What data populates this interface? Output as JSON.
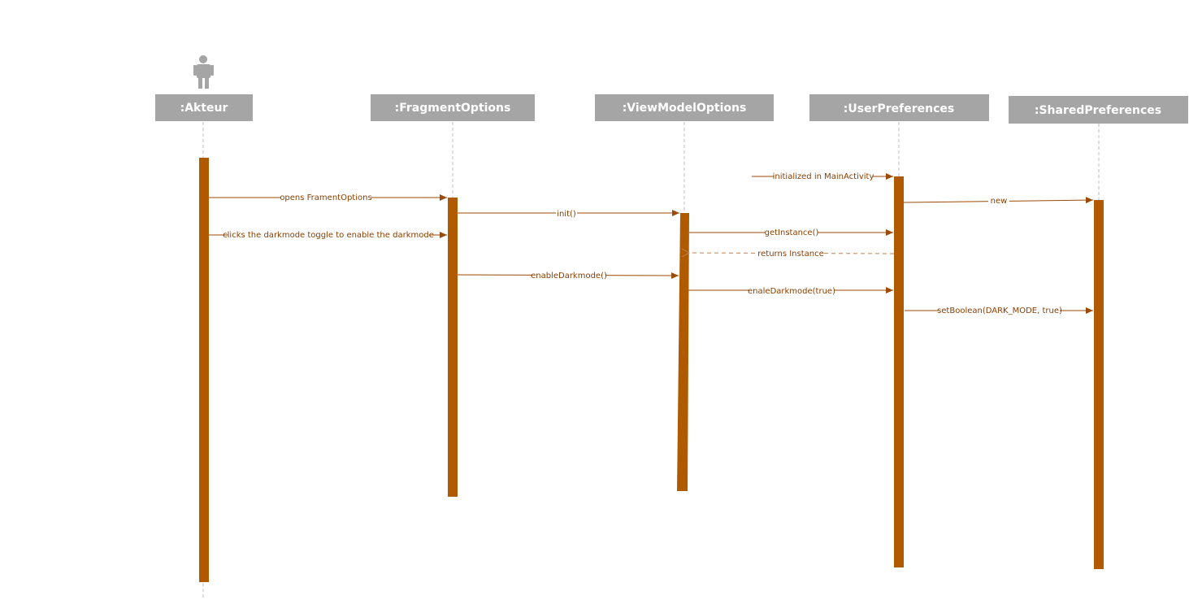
{
  "colors": {
    "lifeline_header": "#a5a5a5",
    "activation": "#b05a00",
    "message": "#9c4a05",
    "message_text": "#8a3f00"
  },
  "actor": {
    "icon": "person-icon"
  },
  "lifelines": [
    {
      "id": "akteur",
      "label": ":Akteur",
      "is_actor": true
    },
    {
      "id": "fragment",
      "label": ":FragmentOptions"
    },
    {
      "id": "viewmodel",
      "label": ":ViewModelOptions"
    },
    {
      "id": "userprefs",
      "label": ":UserPreferences"
    },
    {
      "id": "sharedprefs",
      "label": ":SharedPreferences"
    }
  ],
  "messages": [
    {
      "id": "m1",
      "from": "akteur",
      "to": "fragment",
      "label": "opens FramentOptions",
      "type": "sync"
    },
    {
      "id": "m2",
      "from": "akteur",
      "to": "fragment",
      "label": "clicks the darkmode toggle to enable the darkmode",
      "type": "sync"
    },
    {
      "id": "m3",
      "from": "fragment",
      "to": "viewmodel",
      "label": "init()",
      "type": "sync"
    },
    {
      "id": "m4",
      "from": "fragment",
      "to": "viewmodel",
      "label": "enableDarkmode()",
      "type": "sync"
    },
    {
      "id": "m5",
      "from": "viewmodel",
      "to": "userprefs",
      "label": "getInstance()",
      "type": "sync"
    },
    {
      "id": "m6",
      "from": "userprefs",
      "to": "viewmodel",
      "label": "returns Instance",
      "type": "return"
    },
    {
      "id": "m7",
      "from": "viewmodel",
      "to": "userprefs",
      "label": "enaleDarkmode(true)",
      "type": "sync"
    },
    {
      "id": "m8",
      "from": "external",
      "to": "userprefs",
      "label": "initialized in MainActivity",
      "type": "found"
    },
    {
      "id": "m9",
      "from": "userprefs",
      "to": "sharedprefs",
      "label": "new",
      "type": "sync"
    },
    {
      "id": "m10",
      "from": "userprefs",
      "to": "sharedprefs",
      "label": "setBoolean(DARK_MODE, true)",
      "type": "sync"
    }
  ]
}
